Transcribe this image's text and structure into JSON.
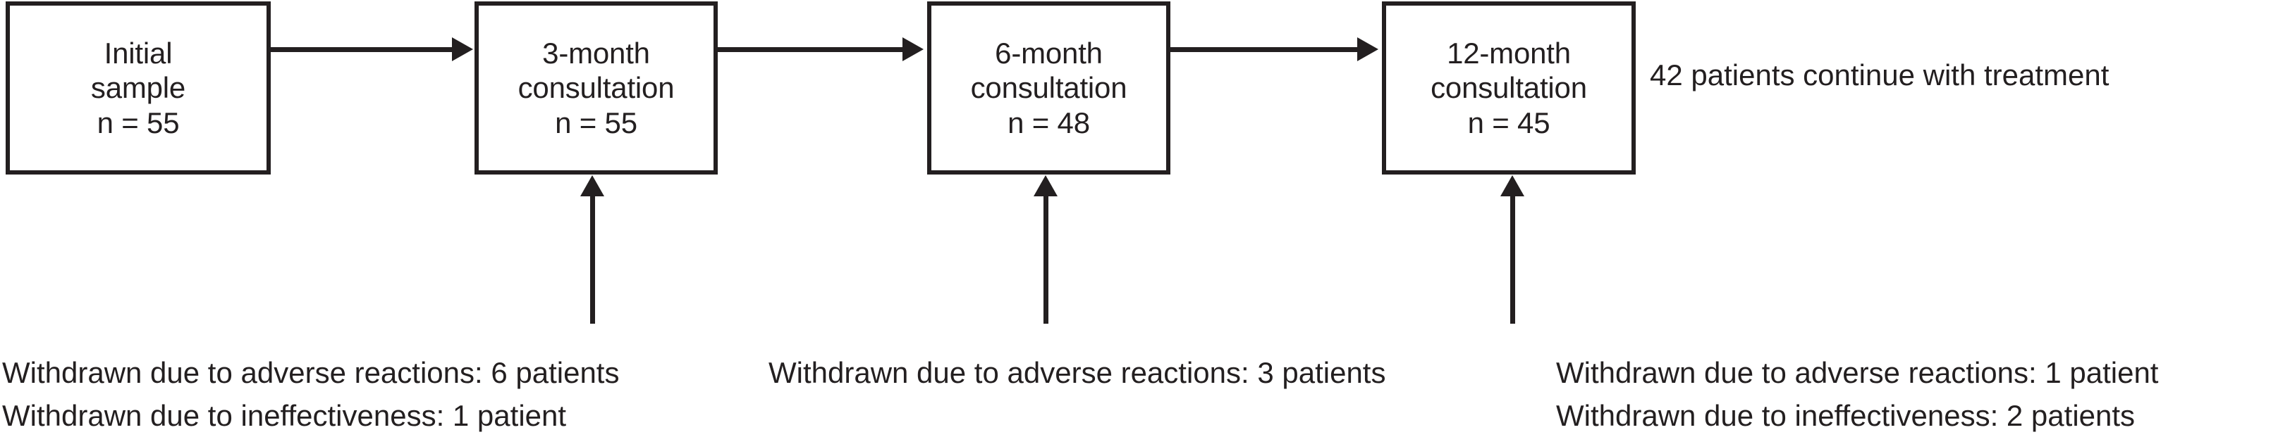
{
  "figure": {
    "type": "flowchart",
    "orientation": "left-to-right",
    "background": "#ffffff",
    "stroke_color": "#231f20",
    "text_color": "#231f20"
  },
  "nodes": [
    {
      "id": "initial-sample",
      "line1": "Initial",
      "line2": "sample",
      "line3": "n = 55",
      "n": 55
    },
    {
      "id": "three-month-consultation",
      "line1": "3-month",
      "line2": "consultation",
      "line3": "n = 55",
      "n": 55
    },
    {
      "id": "six-month-consultation",
      "line1": "6-month",
      "line2": "consultation",
      "line3": "n = 48",
      "n": 48
    },
    {
      "id": "twelve-month-consultation",
      "line1": "12-month",
      "line2": "consultation",
      "line3": "n = 45",
      "n": 45
    }
  ],
  "outcome": {
    "text": "42 patients continue with treatment",
    "count": 42
  },
  "withdrawals": [
    {
      "id": "withdrawals-at-3-month",
      "line1": "Withdrawn due to adverse reactions: 6 patients",
      "line2": "Withdrawn due to ineffectiveness: 1 patient",
      "adverse_reactions": 6,
      "ineffectiveness": 1
    },
    {
      "id": "withdrawals-at-6-month",
      "line1": "Withdrawn due to adverse reactions: 3 patients",
      "line2": "",
      "adverse_reactions": 3,
      "ineffectiveness": 0
    },
    {
      "id": "withdrawals-at-12-month",
      "line1": "Withdrawn due to adverse reactions: 1 patient",
      "line2": "Withdrawn due to ineffectiveness: 2 patients",
      "adverse_reactions": 1,
      "ineffectiveness": 2
    }
  ]
}
